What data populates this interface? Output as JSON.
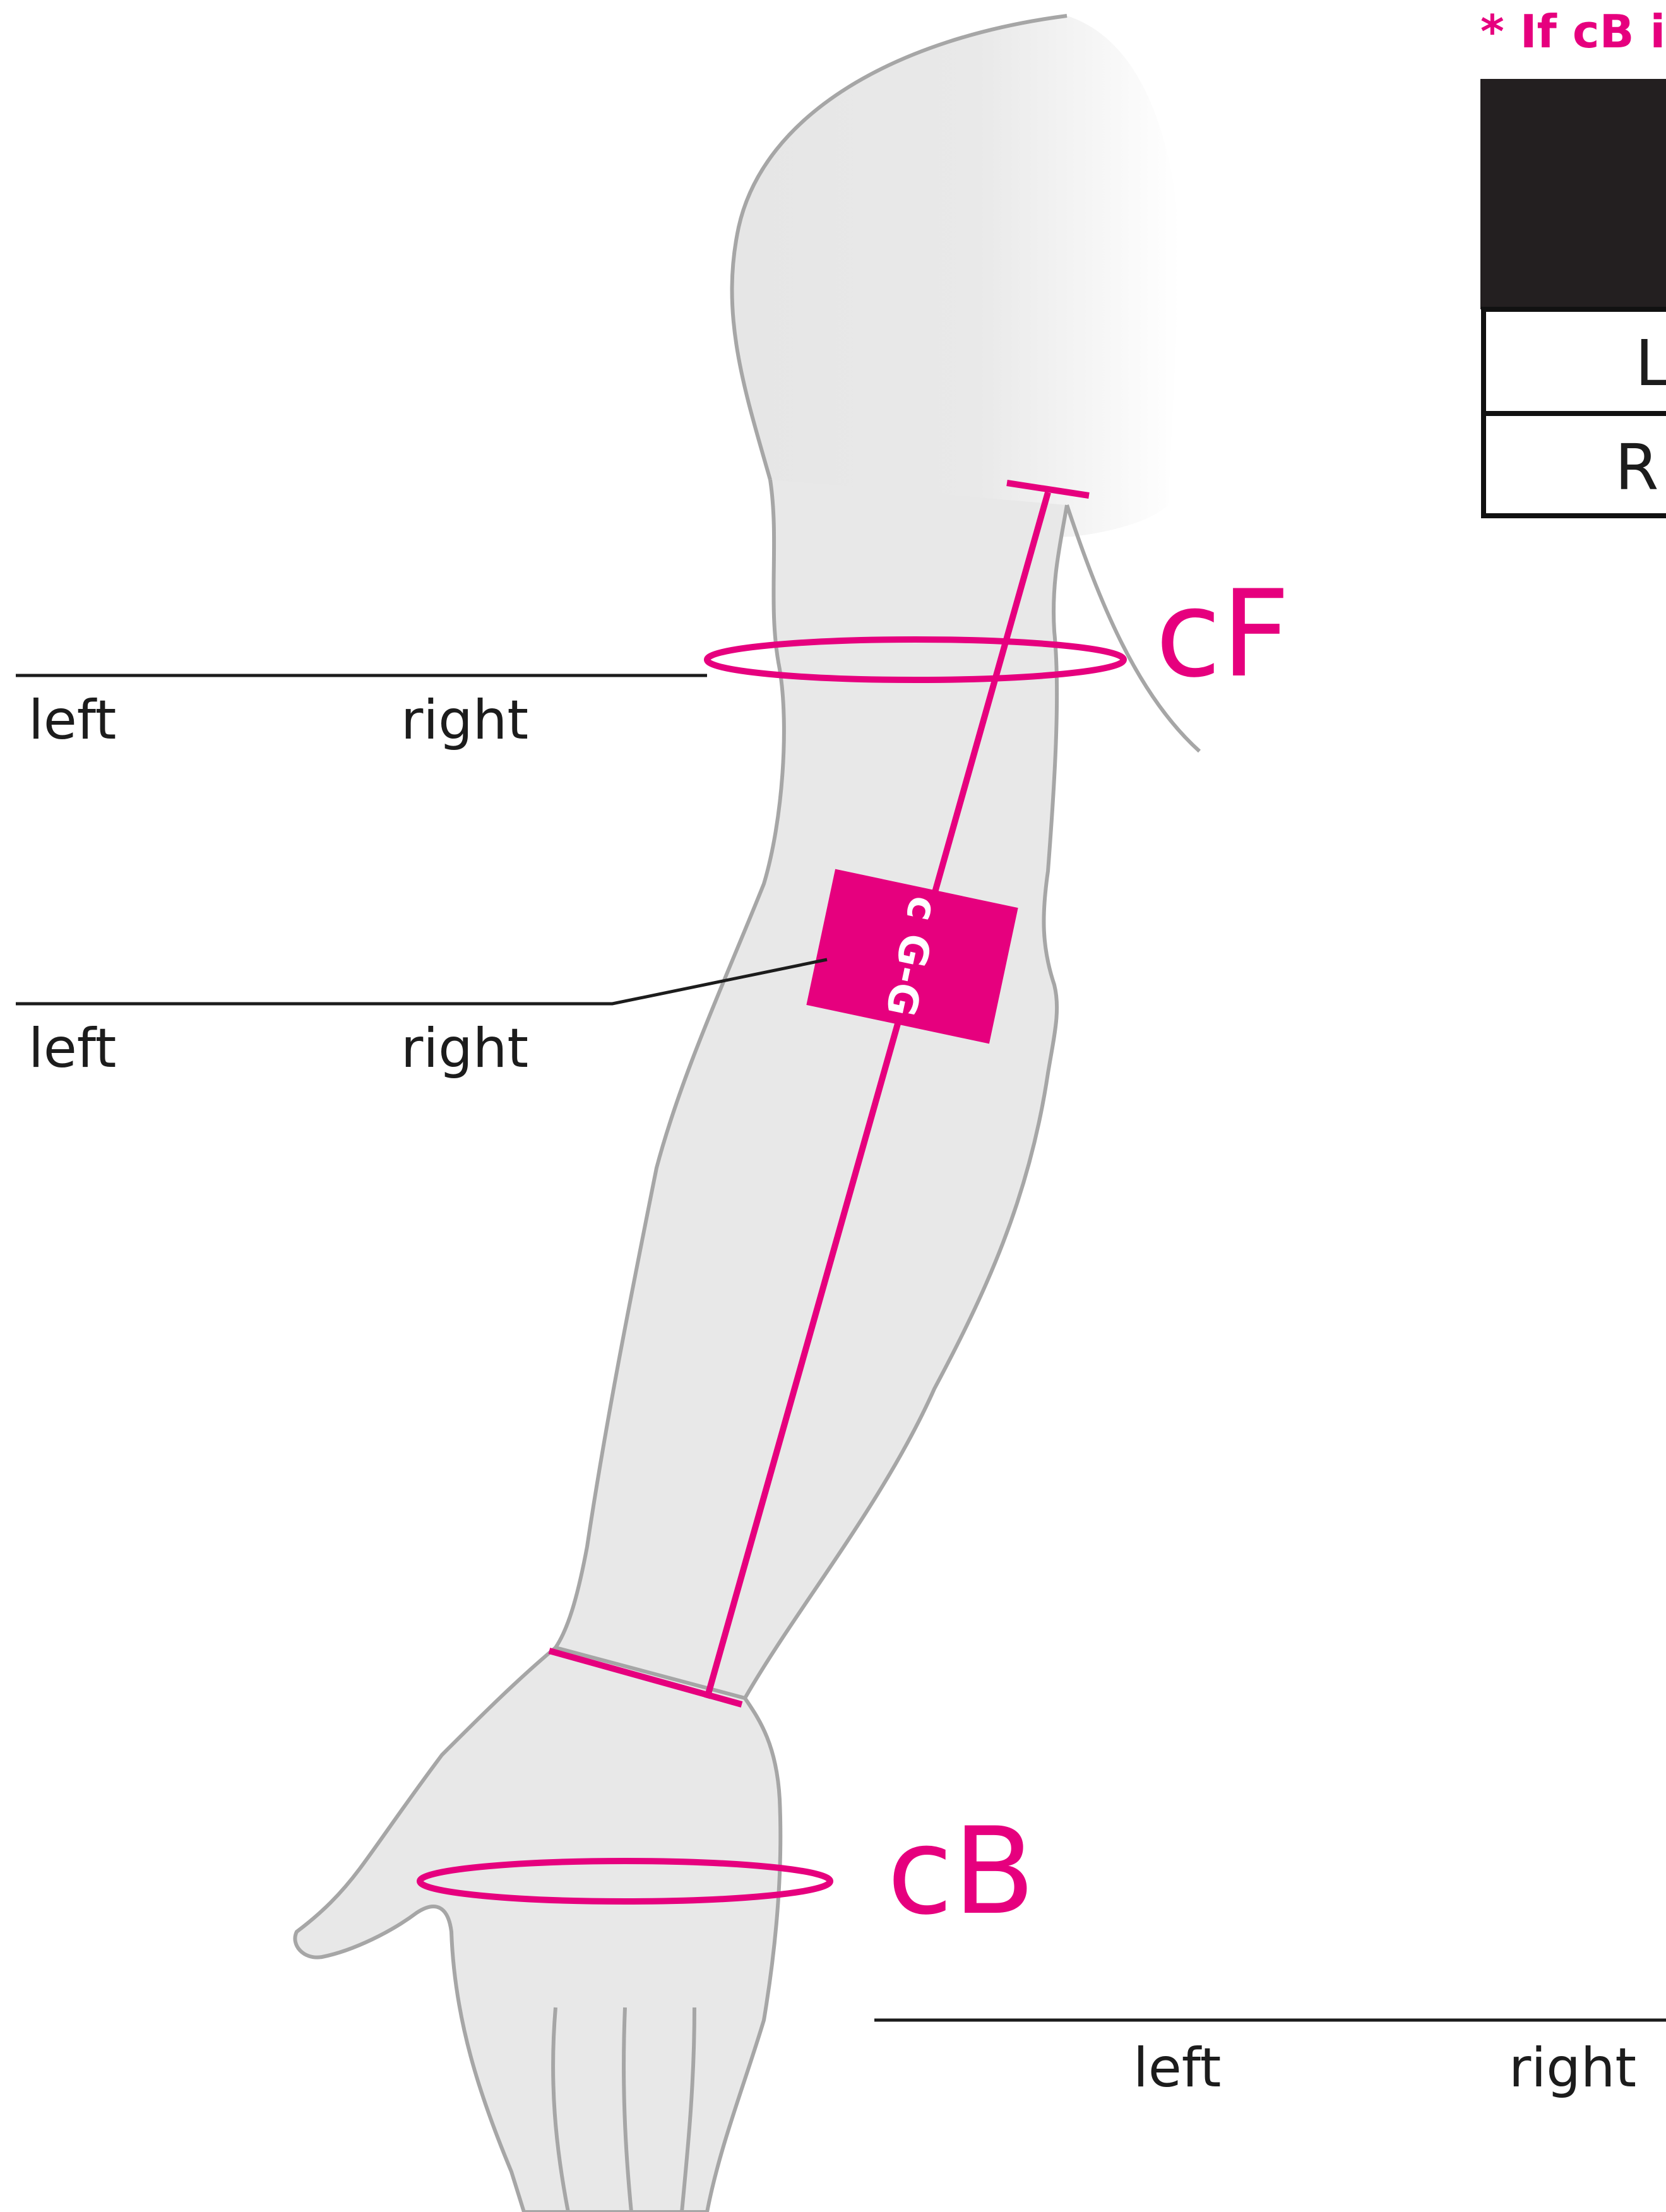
{
  "note": "* If cB i",
  "table": {
    "rows": [
      "L",
      "R"
    ]
  },
  "measurements": {
    "cF": "cF",
    "cG": "c G-G",
    "cB": "cB"
  },
  "fields": [
    {
      "left": "left",
      "right": "right"
    },
    {
      "left": "left",
      "right": "right"
    },
    {
      "left": "left",
      "right": "right"
    }
  ],
  "colors": {
    "accent": "#e6007e",
    "arm_fill": "#e8e8e8",
    "arm_outline": "#a6a6a6",
    "header": "#231f20"
  }
}
